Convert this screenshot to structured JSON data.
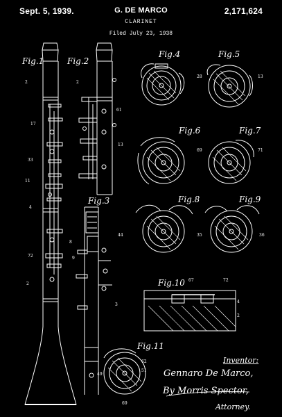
{
  "header": {
    "date": "Sept. 5, 1939.",
    "inventor": "G. DE MARCO",
    "patent_number": "2,171,624",
    "title": "CLARINET",
    "filed": "Filed July 23, 1938"
  },
  "figures": [
    "Fig.1",
    "Fig.2",
    "Fig.3",
    "Fig.4",
    "Fig.5",
    "Fig.6",
    "Fig.7",
    "Fig.8",
    "Fig.9",
    "Fig.10",
    "Fig.11"
  ],
  "signature": {
    "inventor_label": "Inventor:",
    "inventor_name": "Gennaro De Marco,",
    "attorney_by": "By Morris Spector,",
    "attorney_label": "Attorney."
  },
  "colors": {
    "background": "#000000",
    "ink": "#ffffff"
  }
}
